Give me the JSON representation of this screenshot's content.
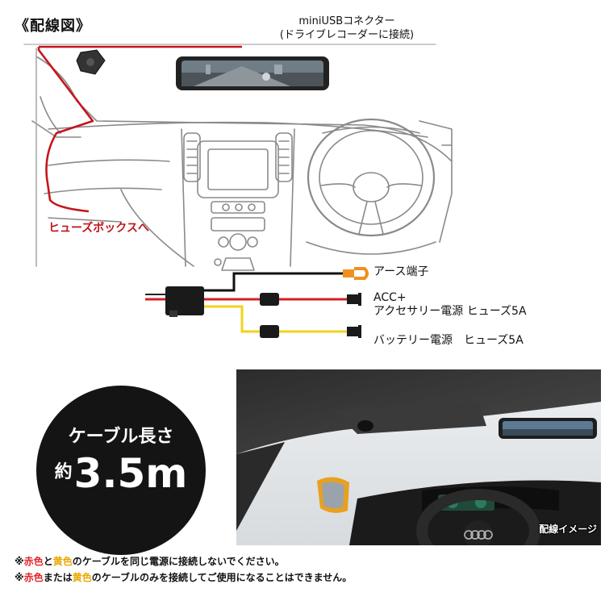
{
  "diagram": {
    "title": "《配線図》",
    "connector_label_line1": "miniUSBコネクター",
    "connector_label_line2": "(ドライブレコーダーに接続)",
    "fuse_box_label": "ヒューズボックスへ"
  },
  "wiring": {
    "earth_label": "アース端子",
    "acc_label_line1": "ACC+",
    "acc_label_line2": "アクセサリー電源 ヒューズ5A",
    "battery_label": "バッテリー電源　ヒューズ5A"
  },
  "cable_length": {
    "line1": "ケーブル長さ",
    "prefix": "約",
    "value": "3.5m"
  },
  "photo": {
    "caption": "配線イメージ"
  },
  "notes": [
    {
      "prefix": "※",
      "color1": "赤色",
      "mid1": "と",
      "color2": "黄色",
      "suffix": "のケーブルを同じ電源に接続しないでください。"
    },
    {
      "prefix": "※",
      "color1": "赤色",
      "mid1": "または",
      "color2": "黄色",
      "suffix": "のケーブルのみを接続してご使用になることはできません。"
    }
  ],
  "colors": {
    "red_wire": "#d61f26",
    "yellow_wire": "#f2d21b",
    "earth_orange": "#f0901e",
    "badge_bg": "#141414"
  }
}
